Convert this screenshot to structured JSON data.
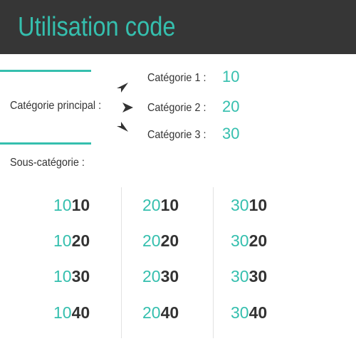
{
  "header": {
    "title": "Utilisation code"
  },
  "main_category_label": "Catégorie principal :",
  "categories": [
    {
      "label": "Catégorie 1 :",
      "code": "10"
    },
    {
      "label": "Catégorie 2 :",
      "code": "20"
    },
    {
      "label": "Catégorie 3 :",
      "code": "30"
    }
  ],
  "sub_category_label": "Sous-catégorie :",
  "subcodes": [
    [
      {
        "prefix": "10",
        "suffix": "10"
      },
      {
        "prefix": "10",
        "suffix": "20"
      },
      {
        "prefix": "10",
        "suffix": "30"
      },
      {
        "prefix": "10",
        "suffix": "40"
      }
    ],
    [
      {
        "prefix": "20",
        "suffix": "10"
      },
      {
        "prefix": "20",
        "suffix": "20"
      },
      {
        "prefix": "20",
        "suffix": "30"
      },
      {
        "prefix": "20",
        "suffix": "40"
      }
    ],
    [
      {
        "prefix": "30",
        "suffix": "10"
      },
      {
        "prefix": "30",
        "suffix": "20"
      },
      {
        "prefix": "30",
        "suffix": "30"
      },
      {
        "prefix": "30",
        "suffix": "40"
      }
    ]
  ],
  "colors": {
    "header_bg": "#363636",
    "accent": "#35bfae",
    "text": "#333333"
  },
  "icons": [
    "arrow-up-right-icon",
    "arrow-right-icon",
    "arrow-down-right-icon"
  ]
}
